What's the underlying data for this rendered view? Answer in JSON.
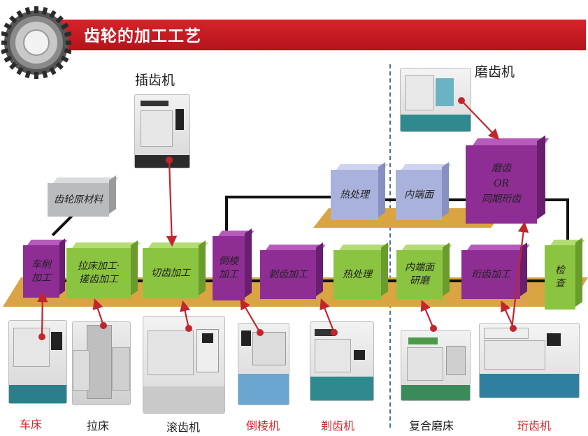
{
  "header": {
    "title": "齿轮的加工工艺"
  },
  "top_machines": {
    "gear_shaper": "插齿机",
    "gear_grinder": "磨齿机"
  },
  "process": {
    "raw_material": "齿轮原材料",
    "turning": "车削\n加工",
    "broaching": "拉床加工·\n搓齿加工",
    "gear_cutting": "切齿加工",
    "chamfering": "倒棱\n加工",
    "shaving": "剃齿加工",
    "heat_treatment_1": "热处理",
    "bore_grinding": "内端面\n研磨",
    "honing": "珩齿加工",
    "inspection": "检\n查",
    "heat_treatment_2": "热处理",
    "bore_face": "内端面",
    "grinding_or_honing": "磨齿\nOR\n同期珩齿"
  },
  "bottom_machines": {
    "lathe": "车床",
    "broach": "拉床",
    "hobbing": "滚齿机",
    "chamfer": "倒棱机",
    "shaver": "剃齿机",
    "composite": "复合磨床",
    "honer": "珩齿机"
  },
  "colors": {
    "banner": "#d8232a",
    "purple": "#8e2d94",
    "green": "#8bc440",
    "lavender": "#a9b2dd",
    "platform": "#d9a441",
    "arrow": "#c0262c"
  }
}
